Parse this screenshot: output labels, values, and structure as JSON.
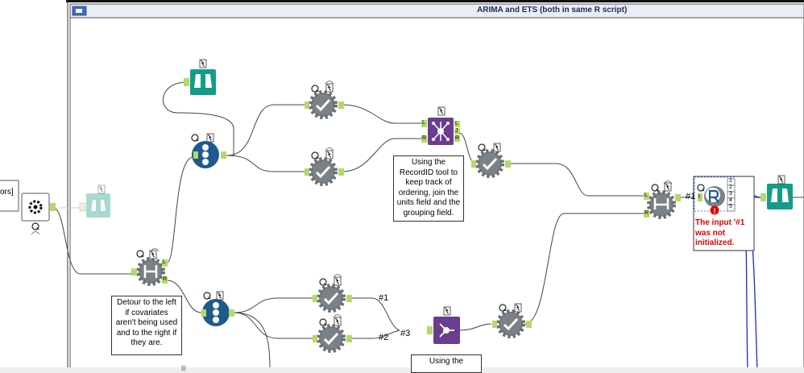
{
  "container": {
    "title": "ARIMA and ETS (both in same R script)"
  },
  "left_label": "ors]",
  "annotations": {
    "recordid_note": "Using the RecordID tool to keep track of ordering, join the units field and the grouping field.",
    "detour_note": "Detour to the left if covariates aren't being used and to the right if they are.",
    "bottom_note": "Using the"
  },
  "wire_labels": {
    "r_input": "#1",
    "hash1": "#1",
    "hash2": "#2",
    "hash3": "#3"
  },
  "error": {
    "text": "The input '#1 was not initialized."
  },
  "anchors": {
    "left": "L",
    "right": "R",
    "join": "J",
    "r_in": "I",
    "r_outs": [
      "1",
      "2",
      "3",
      "4",
      "5"
    ]
  },
  "colors": {
    "container_border": "#555555",
    "wire": "#444444",
    "output_wire": "#1a2bd8",
    "anchor": "#b5d86a",
    "browse": "#139c8a",
    "tile": "#1e5a8e",
    "formula": "#7a8288",
    "join": "#6a3d8f",
    "error": "#e00000"
  },
  "status_bar": {
    "grip": "|||"
  }
}
